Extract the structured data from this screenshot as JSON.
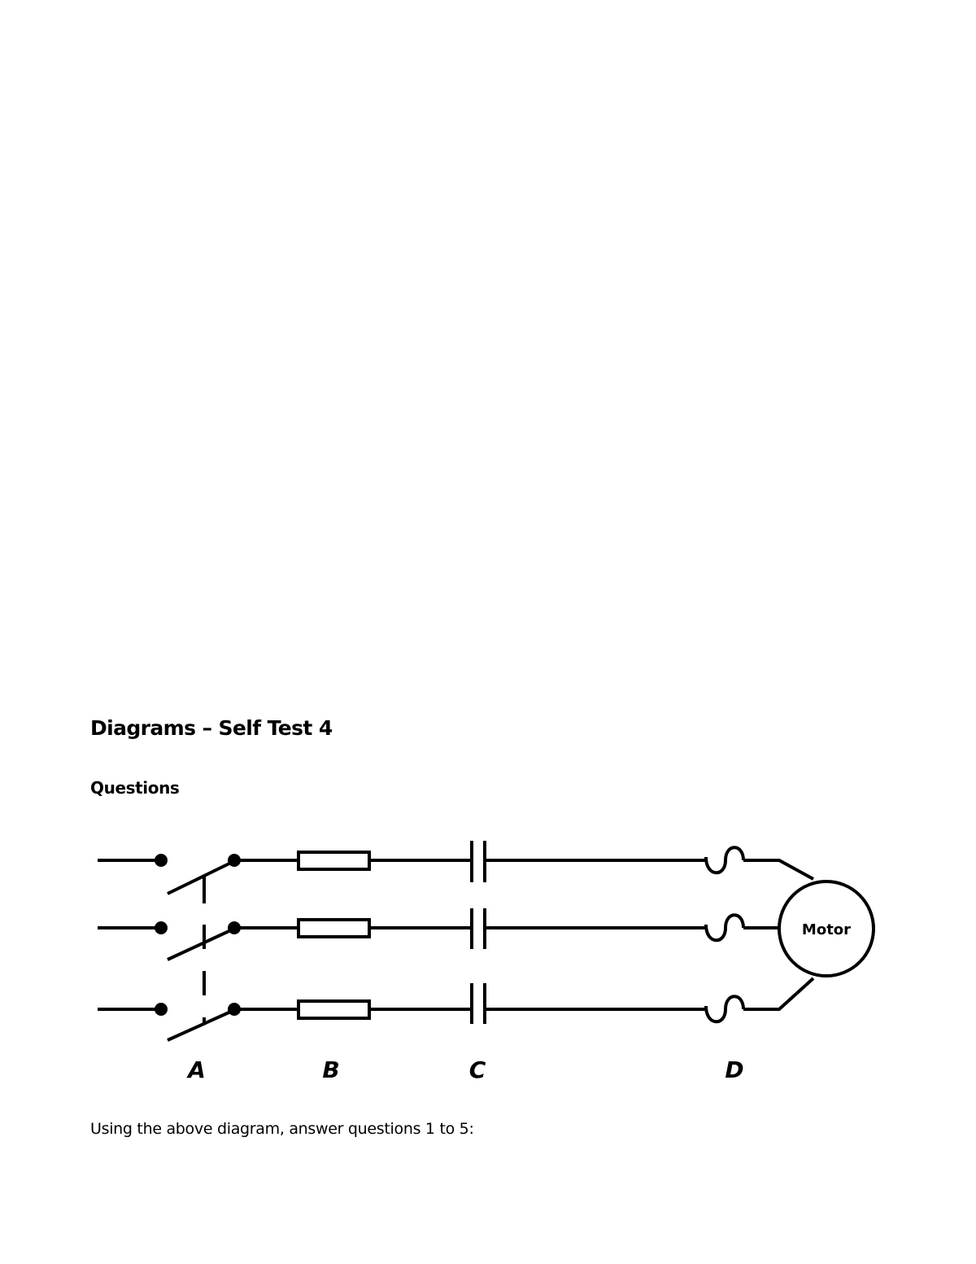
{
  "document": {
    "title": "Diagrams – Self Test 4",
    "section_heading": "Questions",
    "instruction": "Using the above diagram, answer questions 1 to 5:"
  },
  "diagram": {
    "type": "three-phase motor circuit",
    "component_labels": {
      "A": "A",
      "B": "B",
      "C": "C",
      "D": "D"
    },
    "motor_label": "Motor",
    "phases": 3,
    "components": [
      {
        "label": "A",
        "symbol": "ganged-switch-icon"
      },
      {
        "label": "B",
        "symbol": "resistor-icon"
      },
      {
        "label": "C",
        "symbol": "capacitor-contact-icon"
      },
      {
        "label": "D",
        "symbol": "thermal-overload-icon"
      }
    ],
    "line_color": "#000000"
  }
}
